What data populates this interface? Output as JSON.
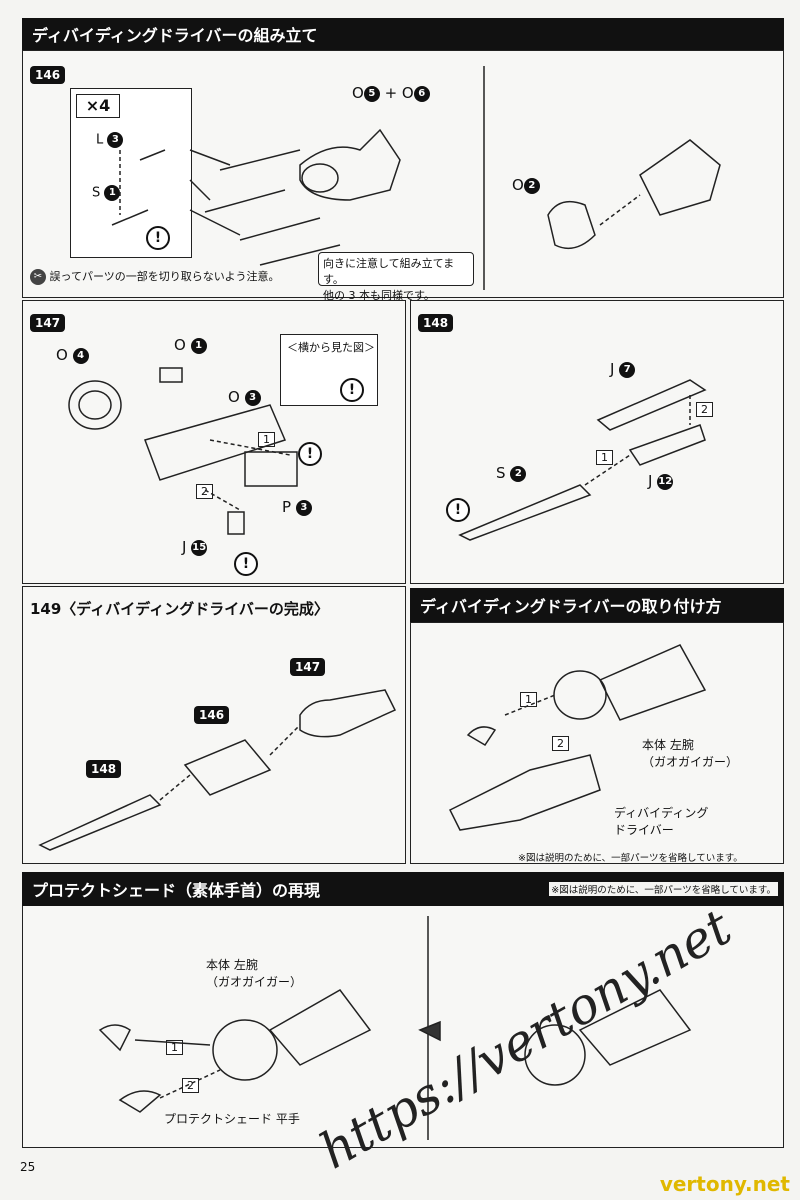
{
  "sections": {
    "divider_assembly": {
      "title": "ディバイディングドライバーの組み立て"
    },
    "s149": {
      "title": "149〈ディバイディングドライバーの完成〉"
    },
    "attach": {
      "title": "ディバイディングドライバーの取り付け方"
    },
    "protect": {
      "title": "プロテクトシェード（素体手首）の再現"
    }
  },
  "steps": {
    "s146": "146",
    "s147": "147",
    "s148": "148",
    "s149_a": "146",
    "s149_b": "147",
    "s149_c": "148"
  },
  "step146": {
    "times": "×4",
    "L": "L",
    "L_num": "3",
    "S": "S",
    "S_num": "1",
    "O_combo": "O",
    "O5": "5",
    "plus": "+ O",
    "O6": "6",
    "O_left": "O",
    "O2": "2",
    "caution_text": "誤ってパーツの一部を切り取らないよう注意。",
    "note_line1": "向きに注意して組み立てます。",
    "note_line2": "他の 3 本も同様です。"
  },
  "step147": {
    "O4": "4",
    "O1": "1",
    "O3": "3",
    "P3": "3",
    "J15": "15",
    "side_view": "＜横から見た図＞",
    "n1": "1",
    "n2": "2",
    "lbl_O": "O",
    "lbl_P": "P",
    "lbl_J": "J"
  },
  "step148": {
    "J7": "7",
    "S2": "2",
    "J12": "12",
    "n1": "1",
    "n2": "2",
    "lbl_J": "J",
    "lbl_S": "S"
  },
  "attach": {
    "n1": "1",
    "n2": "2",
    "body_label1": "本体 左腕",
    "body_label2": "（ガオガイガー）",
    "driver_label1": "ディバイディング",
    "driver_label2": "ドライバー",
    "note": "※図は説明のために、一部パーツを省略しています。"
  },
  "protect": {
    "note": "※図は説明のために、一部パーツを省略しています。",
    "body_label1": "本体 左腕",
    "body_label2": "（ガオガイガー）",
    "n1": "1",
    "n2": "2",
    "hand_label": "プロテクトシェード 平手"
  },
  "page_number": "25",
  "watermark": "https://vertony.net",
  "watermark2": "vertony.net"
}
